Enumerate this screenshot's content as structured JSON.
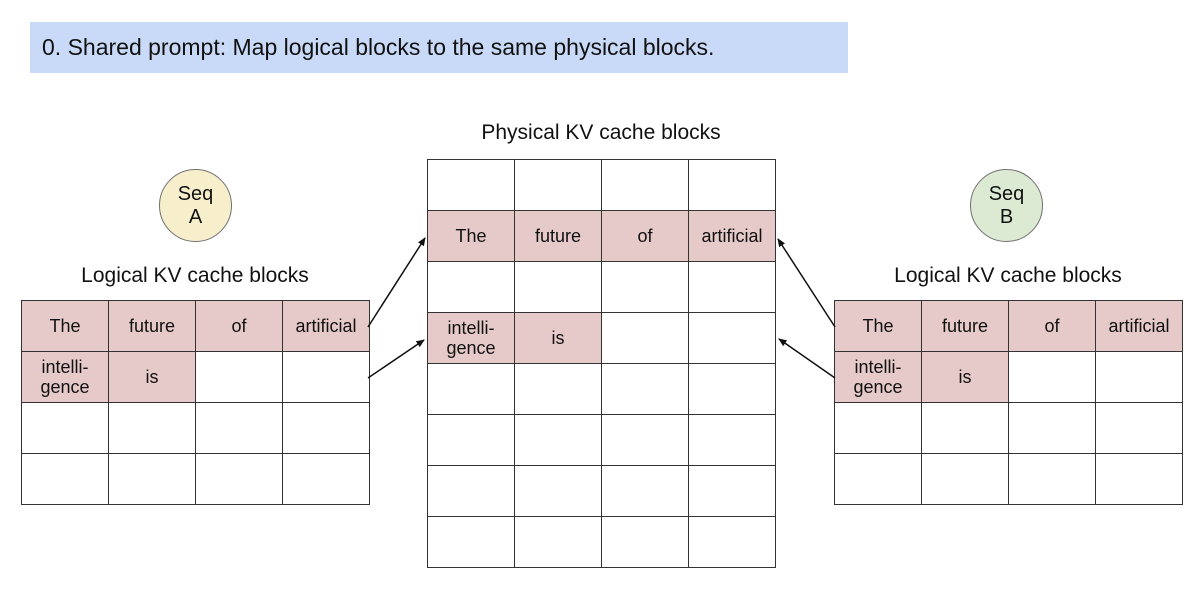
{
  "banner": {
    "text": "0. Shared prompt: Map logical blocks to the same physical blocks.",
    "bg_color": "#c9daf8"
  },
  "physical": {
    "title": "Physical KV cache blocks",
    "columns": 4,
    "rows": [
      [
        "",
        "",
        "",
        ""
      ],
      [
        "The",
        "future",
        "of",
        "artificial"
      ],
      [
        "",
        "",
        "",
        ""
      ],
      [
        "intelli-\ngence",
        "is",
        "",
        ""
      ],
      [
        "",
        "",
        "",
        ""
      ],
      [
        "",
        "",
        "",
        ""
      ],
      [
        "",
        "",
        "",
        ""
      ],
      [
        "",
        "",
        "",
        ""
      ]
    ]
  },
  "sequence_a": {
    "badge_text": "Seq\nA",
    "badge_color": "#f7efcc",
    "table_title": "Logical KV cache blocks",
    "rows": [
      [
        "The",
        "future",
        "of",
        "artificial"
      ],
      [
        "intelli-\ngence",
        "is",
        "",
        ""
      ],
      [
        "",
        "",
        "",
        ""
      ],
      [
        "",
        "",
        "",
        ""
      ]
    ]
  },
  "sequence_b": {
    "badge_text": "Seq\nB",
    "badge_color": "#dcead3",
    "table_title": "Logical KV cache blocks",
    "rows": [
      [
        "The",
        "future",
        "of",
        "artificial"
      ],
      [
        "intelli-\ngence",
        "is",
        "",
        ""
      ],
      [
        "",
        "",
        "",
        ""
      ],
      [
        "",
        "",
        "",
        ""
      ]
    ]
  },
  "colors": {
    "highlight_cell": "#e6c9c9",
    "table_border": "#333333",
    "arrow": "#111111"
  },
  "arrows": [
    {
      "from": "seq-a-logical-block-0",
      "to": "physical-block-1"
    },
    {
      "from": "seq-a-logical-block-1",
      "to": "physical-block-3"
    },
    {
      "from": "seq-b-logical-block-0",
      "to": "physical-block-1"
    },
    {
      "from": "seq-b-logical-block-1",
      "to": "physical-block-3"
    }
  ]
}
